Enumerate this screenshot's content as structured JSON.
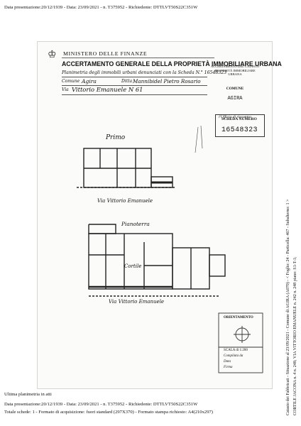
{
  "header": {
    "top_line": "Data presentazione:20/12/1939 - Data: 23/09/2021 - n. T375952 - Richiedente: DTTLVT50S22C351W"
  },
  "sheet": {
    "ministry": "MINISTERO DELLE FINANZE",
    "title": "ACCERTAMENTO GENERALE DELLA PROPRIETÀ IMMOBILIARE URBANA",
    "planimetria_label": "Planimetria degli immobili urbani denunciati con la Scheda N.° 16548323",
    "comune_label": "Comune",
    "comune_value": "Agira",
    "ditta_label": "Ditta",
    "ditta_value": "Mannibidel Pietro Rosario",
    "via_label": "Via",
    "via_value": "Vittorio Emanuele N 61",
    "rbox": {
      "line1": "ACCERTAMENTO DEL CATASTO",
      "line2": "PROPRIETÀ IMMOBILIARE URBANA",
      "comune": "COMUNE",
      "comune_value": "AGIRA",
      "riscontro": "l'Ufficio di riscontro"
    },
    "stamp": {
      "title": "SCHEDA NUMERO",
      "number": "16548323"
    },
    "plan_labels": {
      "primo": "Primo",
      "piano_terra": "Pianoterra",
      "via_vittorio": "Via Vittorio Emanuele",
      "cortile": "Cortile",
      "orientamento": "ORIENTAMENTO",
      "scala": "SCALA di 1:200",
      "compilata": "Compilata da",
      "data_label": "Data",
      "firma": "Firma"
    }
  },
  "right_side": {
    "line1": "Catasto dei Fabbricati - Situazione al 23/09/2021 - Comune di AGIRA (A070) - < Foglio: 24 - Particella: 467 - Subalterno: 1 >",
    "line2": "CORTILE JACONA n. 4 n. 248; VIA VITTORIO EMANUELE n. 242 n. 248 piano: S1-T-1;"
  },
  "footer": {
    "last_plan": "Ultima planimetria in atti",
    "line1": "Data presentazione:20/12/1939 - Data: 23/09/2021 - n. T375952 - Richiedente: DTTLVT50S22C351W",
    "line2": "Totale schede: 1 - Formato di acquisizione: fuori standard (297X370) - Formato stampa richiesto: A4(210x297)"
  }
}
